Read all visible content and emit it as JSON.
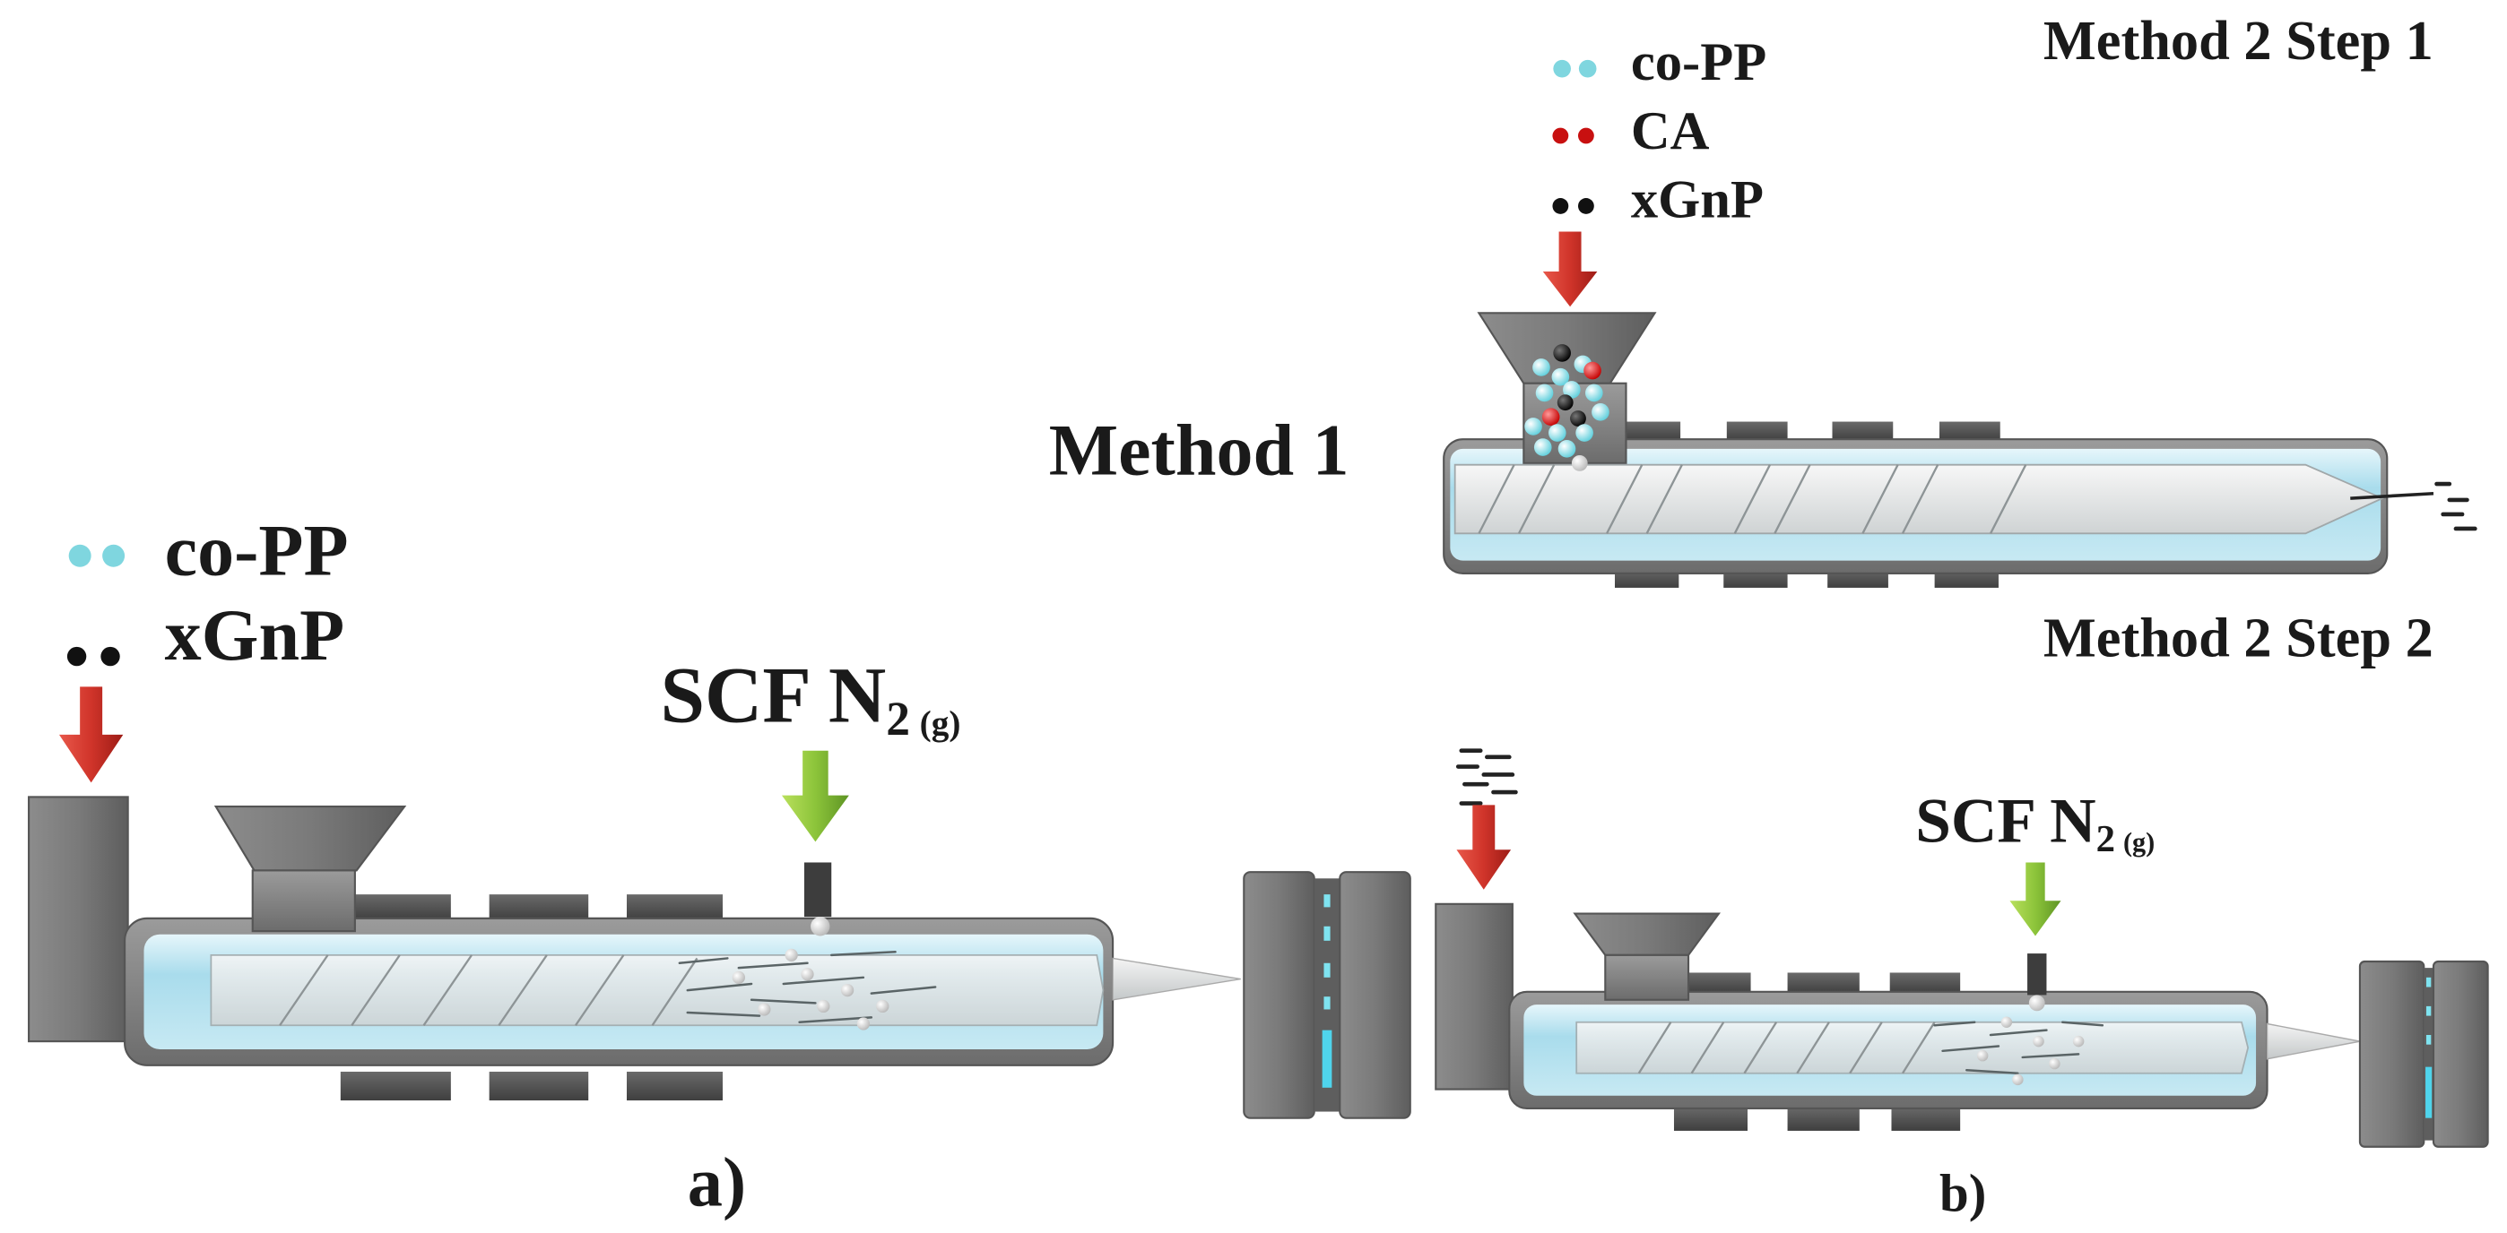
{
  "method_labels": {
    "method1": "Method 1",
    "method2_step1": "Method 2 Step 1",
    "method2_step2": "Method 2 Step 2"
  },
  "legend_top": [
    {
      "label": "co-PP",
      "color": "#7fd6df"
    },
    {
      "label": "CA",
      "color": "#c81010"
    },
    {
      "label": "xGnP",
      "color": "#111111"
    }
  ],
  "legend_left": [
    {
      "label": "co-PP",
      "color": "#7fd6df"
    },
    {
      "label": "xGnP",
      "color": "#111111"
    }
  ],
  "scf_label": {
    "main": "SCF N",
    "subscript": "2",
    "phase": "(g)"
  },
  "panel_labels": {
    "a": "a)",
    "b": "b)"
  },
  "colors": {
    "feed_arrow": "#d0342a",
    "gas_arrow": "#8cc43a",
    "barrel": "#7a7a7a",
    "melt": "#a9dcec"
  }
}
